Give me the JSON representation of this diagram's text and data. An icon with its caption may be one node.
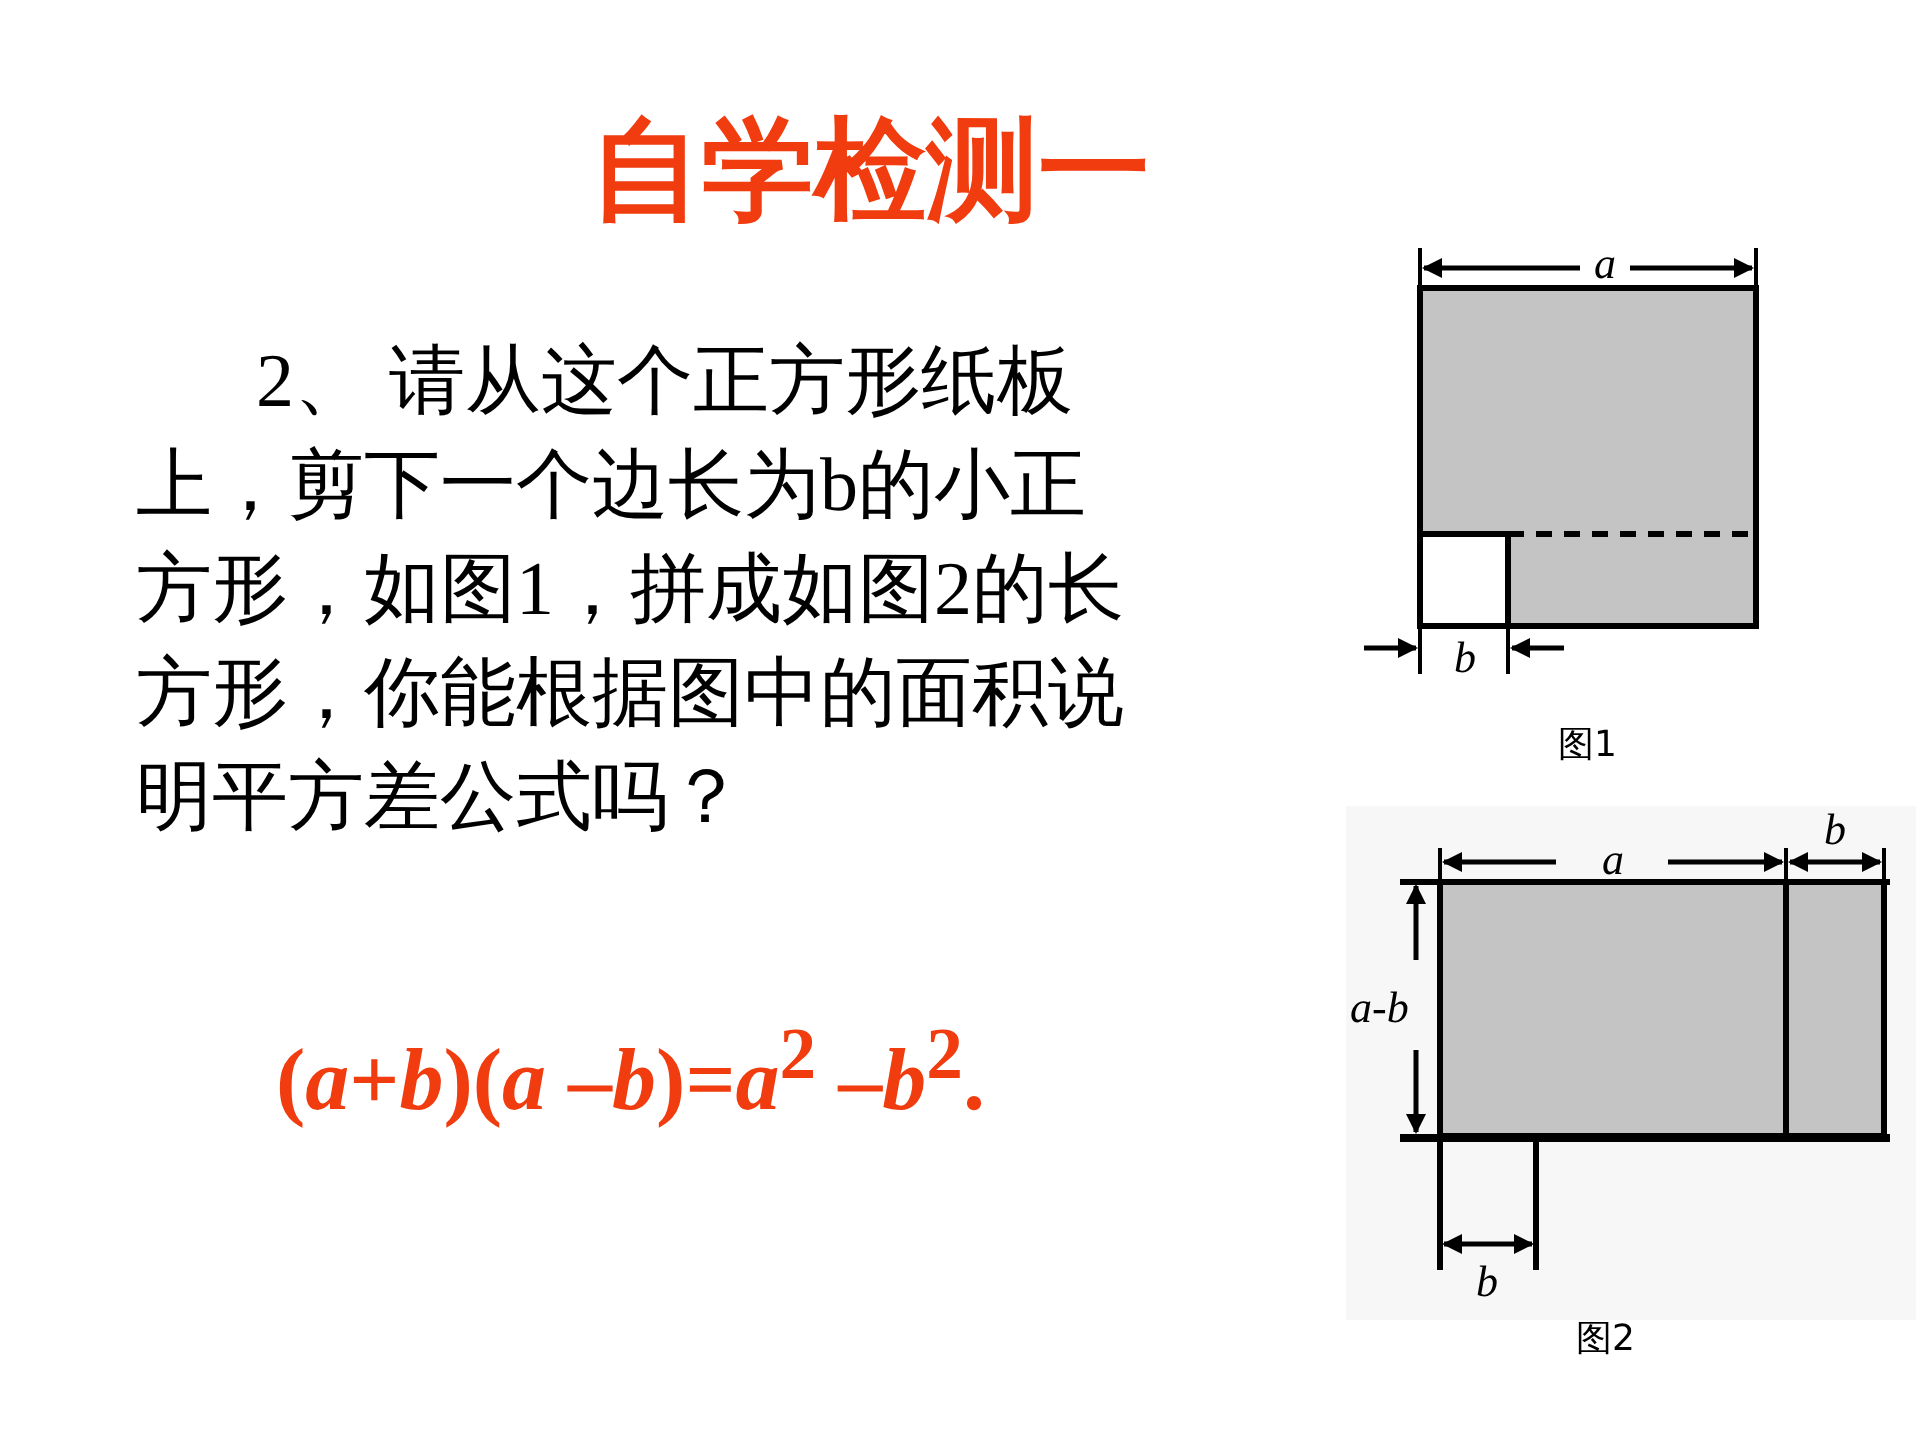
{
  "diagram": {
    "title": "自学检测一",
    "labels": [
      "2、 请从这个正方形纸板上，剪下一个边长为b的小正方形，如图1，拼成如图2的长方形，你能根据图中的面积说明平方差公式吗？",
      "(*a*+*b*)(*a* –*b*)=*a*$^{2}$ –*b*$^{2}$.",
      "a",
      "b",
      "图1",
      "a",
      "b",
      "a-b",
      "b",
      "图2"
    ]
  }
}
